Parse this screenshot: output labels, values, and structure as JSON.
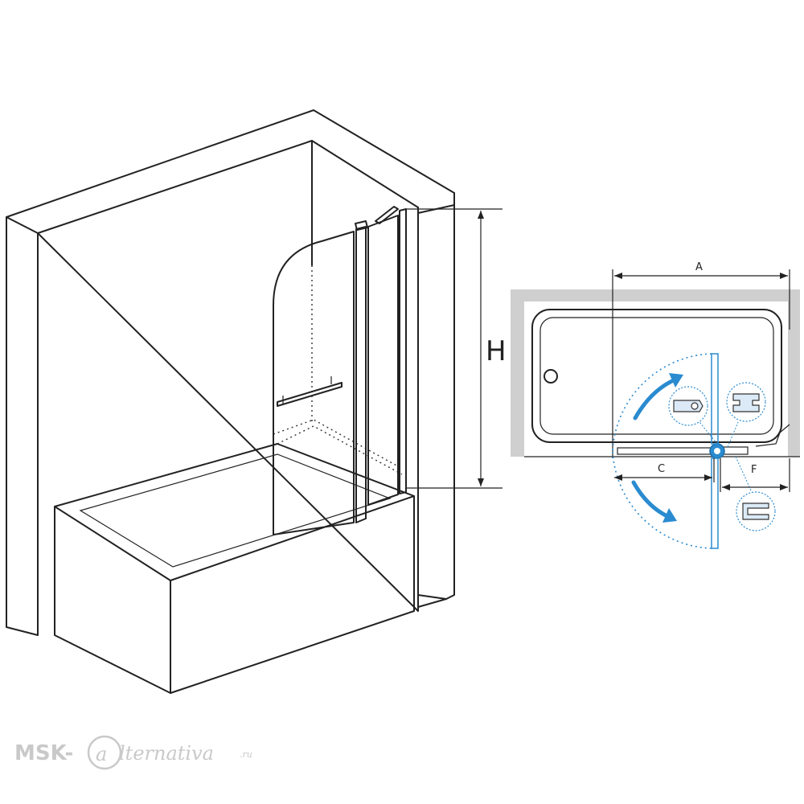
{
  "labels": {
    "height": "H",
    "a": "A",
    "c": "C",
    "f": "F"
  },
  "logo": {
    "prefix": "MSK-",
    "script": "lternativa",
    "suffix": ".ru"
  },
  "colors": {
    "line": "#222222",
    "accent_blue": "#2a8bd0",
    "wall_grey": "#cfcfcf",
    "logo_grey": "#c9c9c9"
  }
}
